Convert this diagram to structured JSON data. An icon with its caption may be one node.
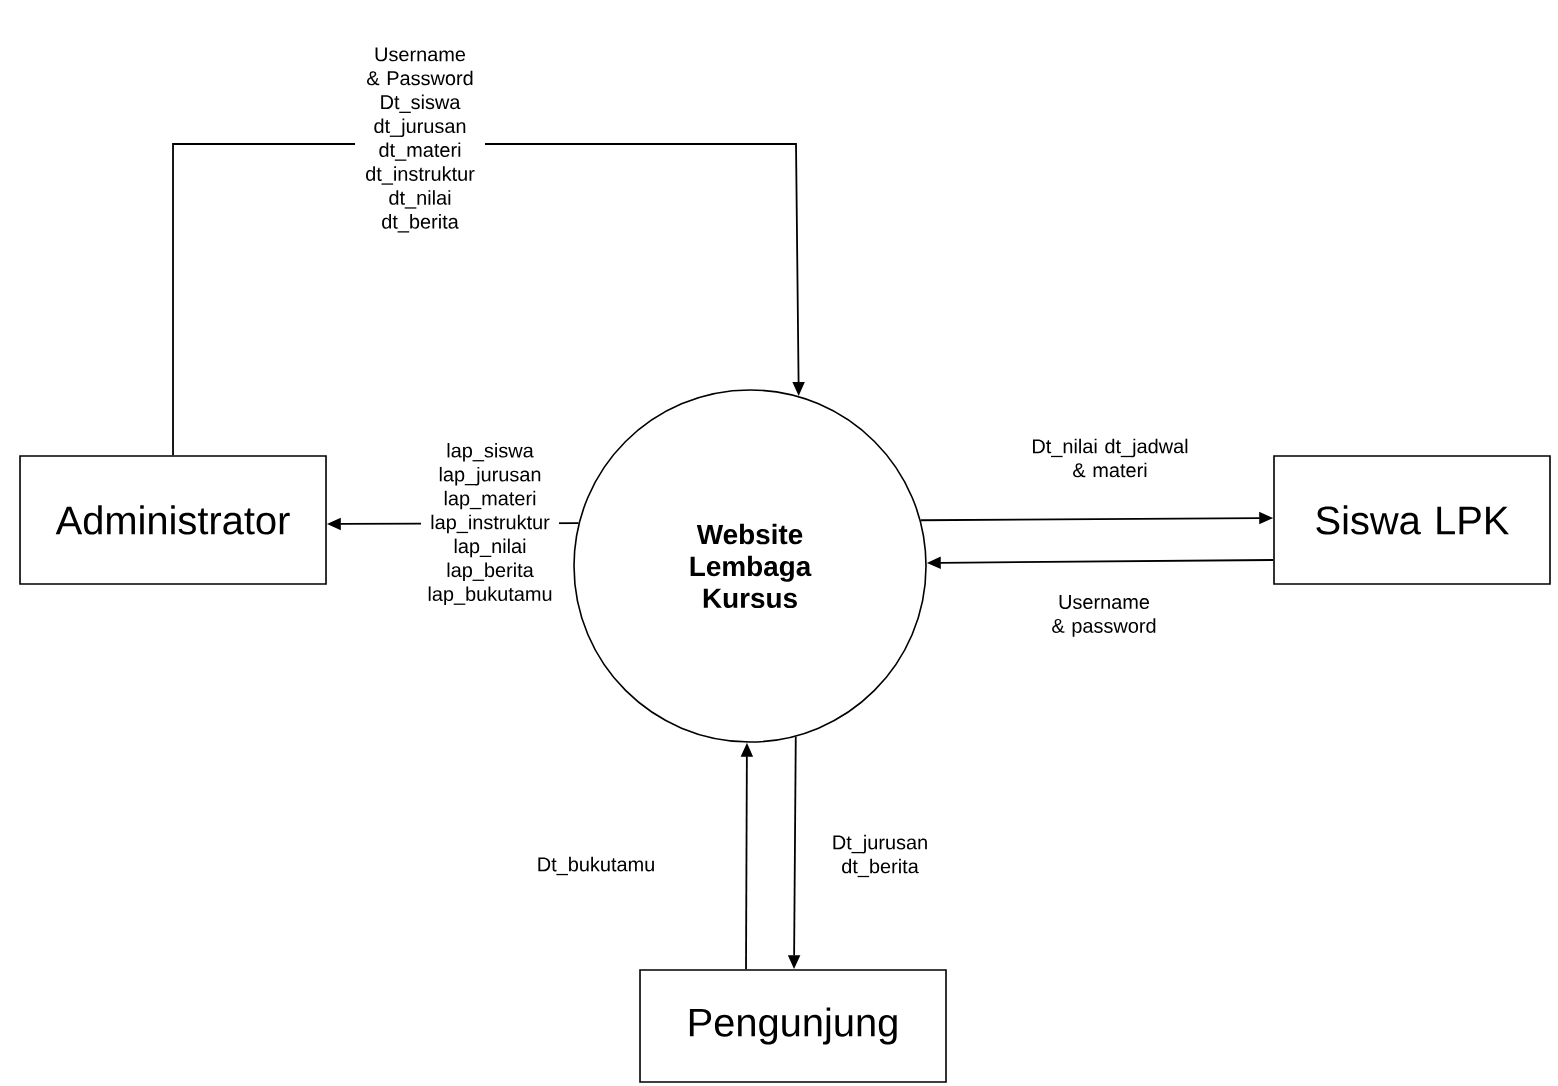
{
  "diagram": {
    "nodes": [
      {
        "text": [
          "Website Lembaga Kursus"
        ]
      },
      {
        "text": [
          "Administrator"
        ]
      },
      {
        "text": [
          "Siswa LPK"
        ]
      },
      {
        "text": [
          "Pengunjung"
        ]
      }
    ],
    "edges": [
      {
        "from": 1,
        "to": 0,
        "arrow": "to",
        "label": "Username & Password Dt_siswa dt_jurusan dt_materi dt_instruktur dt_nilai dt_berita"
      },
      {
        "from": 0,
        "to": 1,
        "arrow": "to",
        "label": "lap_siswa lap_jurusan lap_materi lap_instruktur lap_nilai lap_berita lap_bukutamu"
      },
      {
        "from": 0,
        "to": 2,
        "arrow": "to",
        "label": "Dt_nilai dt_jadwal & materi"
      },
      {
        "from": 2,
        "to": 0,
        "arrow": "to",
        "label": "Username & password"
      },
      {
        "from": 3,
        "to": 0,
        "arrow": "to",
        "label": "Dt_bukutamu"
      },
      {
        "from": 0,
        "to": 3,
        "arrow": "to",
        "label": "Dt_jurusan dt_berita"
      }
    ]
  }
}
